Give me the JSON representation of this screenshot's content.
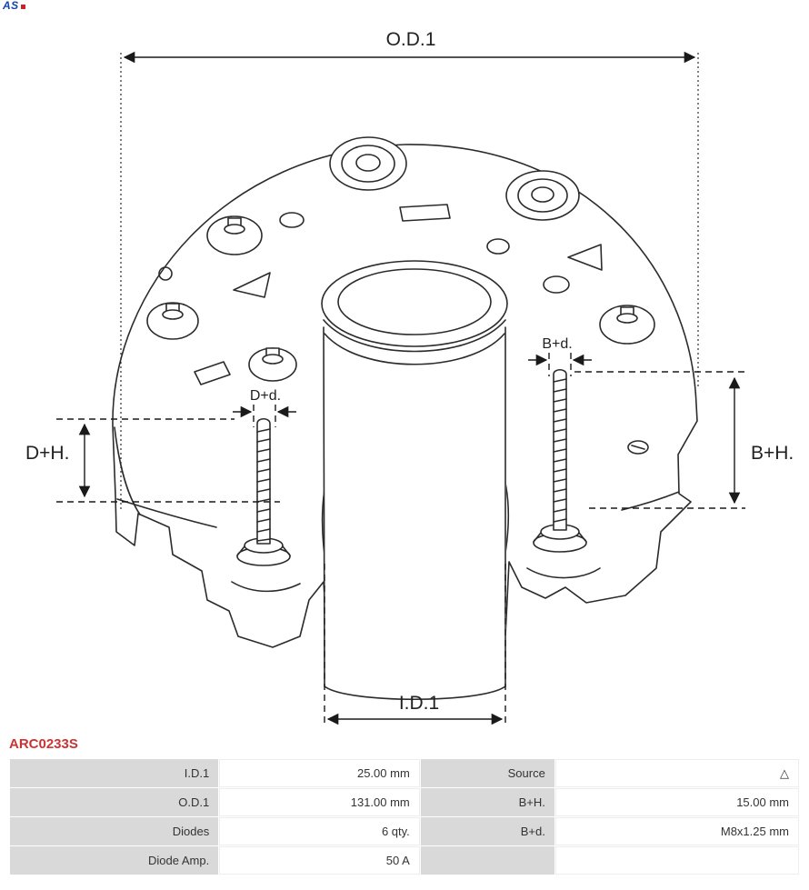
{
  "logo": {
    "text": "AS"
  },
  "part_number": "ARC0233S",
  "diagram": {
    "labels": {
      "od1": "O.D.1",
      "id1": "I.D.1",
      "dplus_h": "D+H.",
      "bplus_h": "B+H.",
      "dplus_d": "D+d.",
      "bplus_d": "B+d."
    }
  },
  "table": {
    "rows": [
      {
        "c0": "I.D.1",
        "c1": "25.00 mm",
        "c2": "Source",
        "c3": "△"
      },
      {
        "c0": "O.D.1",
        "c1": "131.00 mm",
        "c2": "B+H.",
        "c3": "15.00 mm"
      },
      {
        "c0": "Diodes",
        "c1": "6 qty.",
        "c2": "B+d.",
        "c3": "M8x1.25 mm"
      },
      {
        "c0": "Diode Amp.",
        "c1": "50 A",
        "c2": "",
        "c3": ""
      }
    ]
  },
  "colors": {
    "part_number": "#cc3333",
    "table_label_bg": "#d9d9d9",
    "drawing_line": "#2b2b2b",
    "logo_blue": "#1245a8"
  }
}
